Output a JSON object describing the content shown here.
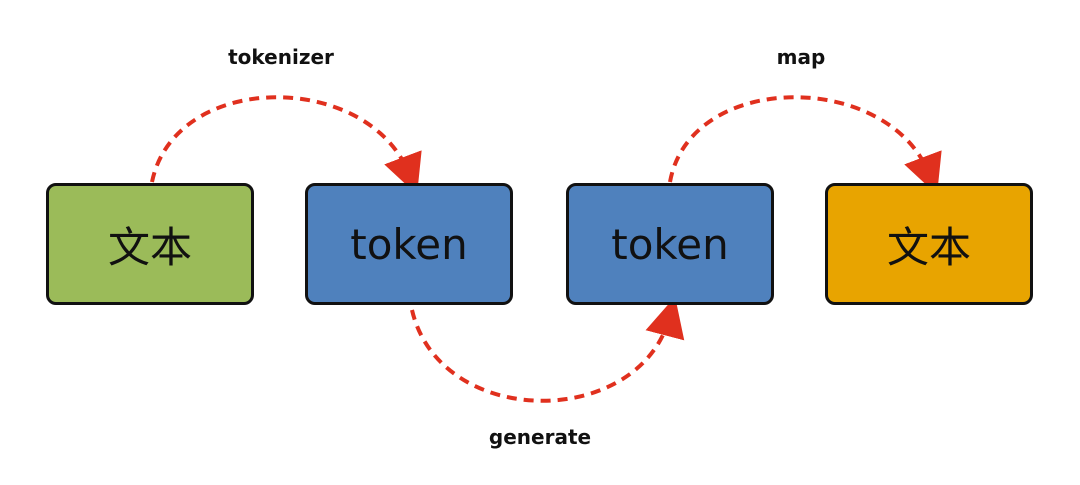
{
  "nodes": [
    {
      "id": "text-in",
      "label": "文本",
      "color": "#9bbb59"
    },
    {
      "id": "token-a",
      "label": "token",
      "color": "#4f81bd"
    },
    {
      "id": "token-b",
      "label": "token",
      "color": "#4f81bd"
    },
    {
      "id": "text-out",
      "label": "文本",
      "color": "#e8a400"
    }
  ],
  "edges": [
    {
      "from": "text-in",
      "to": "token-a",
      "label": "tokenizer"
    },
    {
      "from": "token-a",
      "to": "token-b",
      "label": "generate"
    },
    {
      "from": "token-b",
      "to": "text-out",
      "label": "map"
    }
  ],
  "colors": {
    "arrow": "#e0301e",
    "border": "#111111"
  }
}
